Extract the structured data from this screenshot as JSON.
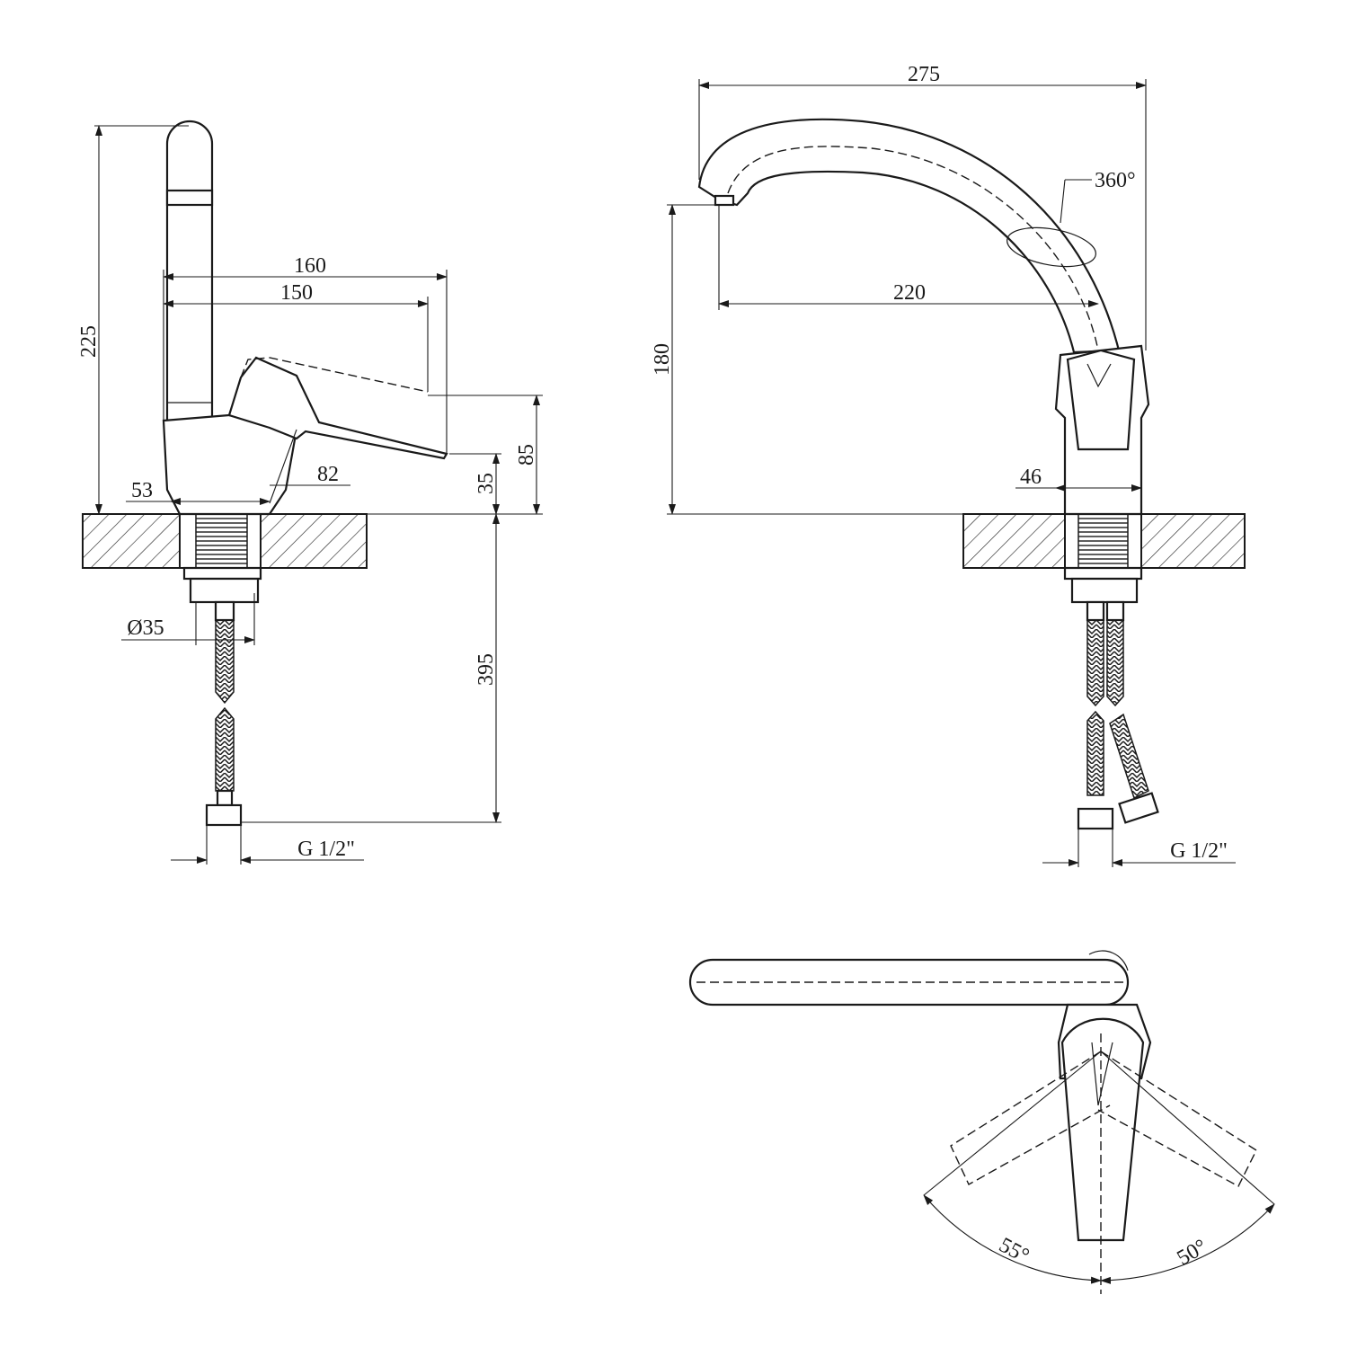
{
  "drawing": {
    "side_view": {
      "height_total": "225",
      "reach_lever_max": "160",
      "reach_lever_min": "150",
      "lever_height_max": "85",
      "lever_height_min": "35",
      "lever_angle_dim": "82",
      "base_width": "53",
      "shank_diameter": "Ø35",
      "hose_length": "395",
      "connection_thread": "G 1/2\""
    },
    "front_view": {
      "width_total": "275",
      "spout_rotation": "360°",
      "spout_reach": "220",
      "spout_height": "180",
      "body_width": "46",
      "connection_thread": "G 1/2\""
    },
    "top_view": {
      "lever_angle_left": "55°",
      "lever_angle_right": "50°"
    },
    "colors": {
      "line": "#1a1a1a",
      "background": "#ffffff"
    }
  }
}
